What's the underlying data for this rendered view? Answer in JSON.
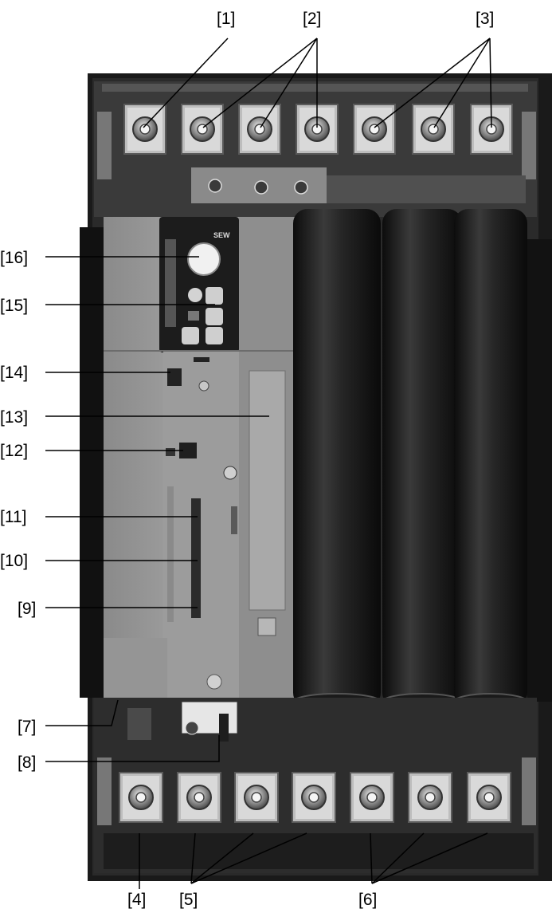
{
  "figure": {
    "brand_logo_text": "SEW",
    "callouts": [
      {
        "id": "1",
        "label": "[1]"
      },
      {
        "id": "2",
        "label": "[2]"
      },
      {
        "id": "3",
        "label": "[3]"
      },
      {
        "id": "4",
        "label": "[4]"
      },
      {
        "id": "5",
        "label": "[5]"
      },
      {
        "id": "6",
        "label": "[6]"
      },
      {
        "id": "7",
        "label": "[7]"
      },
      {
        "id": "8",
        "label": "[8]"
      },
      {
        "id": "9",
        "label": "[9]"
      },
      {
        "id": "10",
        "label": "[10]"
      },
      {
        "id": "11",
        "label": "[11]"
      },
      {
        "id": "12",
        "label": "[12]"
      },
      {
        "id": "13",
        "label": "[13]"
      },
      {
        "id": "14",
        "label": "[14]"
      },
      {
        "id": "15",
        "label": "[15]"
      },
      {
        "id": "16",
        "label": "[16]"
      }
    ]
  }
}
